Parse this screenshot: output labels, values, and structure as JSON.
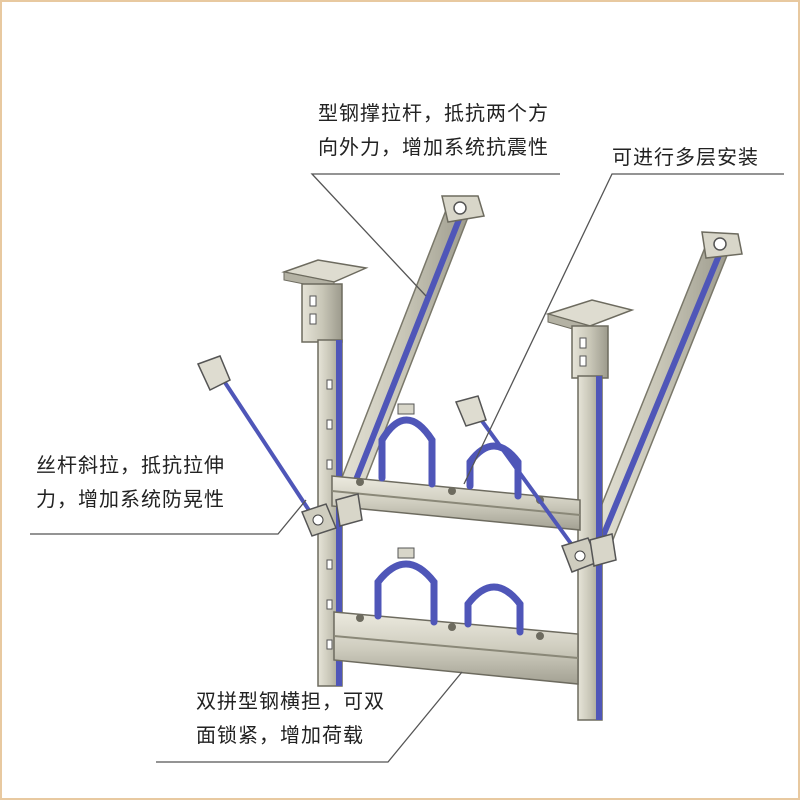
{
  "annotations": {
    "steel_brace": {
      "line1": "型钢撑拉杆，抵抗两个方",
      "line2": "向外力，增加系统抗震性"
    },
    "multi_layer": {
      "line1": "可进行多层安装"
    },
    "rod_brace": {
      "line1": "丝杆斜拉，抵抗拉伸",
      "line2": "力，增加系统防晃性"
    },
    "double_beam": {
      "line1": "双拼型钢横担，可双",
      "line2": "面锁紧，增加荷载"
    }
  },
  "colors": {
    "frame_border": "#e8c9a0",
    "steel": "#c9c7b8",
    "steel_dark": "#8a8878",
    "accent_blue": "#4f56b8",
    "leader_line": "#555555"
  }
}
